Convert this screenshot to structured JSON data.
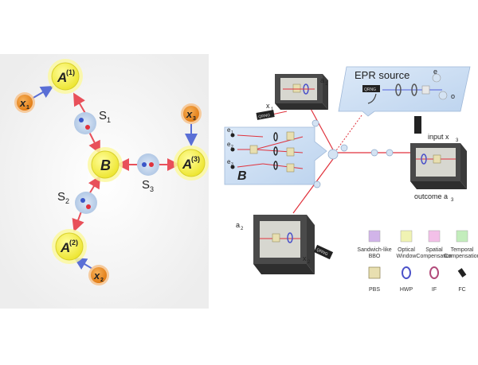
{
  "network": {
    "nodes": {
      "x1": {
        "main": "x",
        "sub": "1"
      },
      "A1": {
        "main": "A",
        "sup": "(1)"
      },
      "x3": {
        "main": "x",
        "sub": "3"
      },
      "A3": {
        "main": "A",
        "sup": "(3)"
      },
      "B": {
        "main": "B"
      },
      "A2": {
        "main": "A",
        "sup": "(2)"
      },
      "x2": {
        "main": "x",
        "sub": "2"
      }
    },
    "sources": {
      "S1": {
        "main": "S",
        "sub": "1"
      },
      "S2": {
        "main": "S",
        "sub": "2"
      },
      "S3": {
        "main": "S",
        "sub": "3"
      }
    },
    "colors": {
      "node_fill": "#f4f03a",
      "node_ring": "#fbf8a0",
      "x_fill": "#f08a1c",
      "x_ring": "#f6c592",
      "source_fill": "#b7cde8",
      "arrow_red": "#e8505a",
      "arrow_blue": "#5a6fd6"
    }
  },
  "setup": {
    "epr_title": "EPR source",
    "epr_e": "e",
    "epr_o": "o",
    "qrng": "QRNG",
    "a1": {
      "main": "a",
      "sub": "1"
    },
    "x1": {
      "main": "x",
      "sub": "1"
    },
    "a2": {
      "main": "a",
      "sub": "2"
    },
    "x2": {
      "main": "x",
      "sub": "2"
    },
    "input_x3": {
      "text": "input x",
      "sub": "3"
    },
    "outcome_a3": {
      "text": "outcome a",
      "sub": "3"
    },
    "B": "B",
    "e1": {
      "main": "e",
      "sub": "1"
    },
    "e2": {
      "main": "e",
      "sub": "2"
    },
    "e3": {
      "main": "e",
      "sub": "3"
    }
  },
  "legend": {
    "items": [
      {
        "label1": "Sandwich-like",
        "label2": "BBO",
        "color": "#c9a8e6",
        "icon": "bbo-crystal-icon"
      },
      {
        "label1": "Optical",
        "label2": "Window",
        "color": "#eef2a6",
        "icon": "optical-window-icon"
      },
      {
        "label1": "Spatial",
        "label2": "Compensation",
        "color": "#f2b6e4",
        "icon": "spatial-compensation-icon"
      },
      {
        "label1": "Temporal",
        "label2": "Compensation",
        "color": "#b9eab1",
        "icon": "temporal-compensation-icon"
      },
      {
        "label1": "PBS",
        "label2": "",
        "color": "#e8dfb0",
        "icon": "pbs-cube-icon"
      },
      {
        "label1": "HWP",
        "label2": "",
        "color": "#4c52c9",
        "icon": "hwp-ring-icon"
      },
      {
        "label1": "IF",
        "label2": "",
        "color": "#b24a7a",
        "icon": "if-filter-icon"
      },
      {
        "label1": "FC",
        "label2": "",
        "color": "#222222",
        "icon": "fiber-coupler-icon"
      }
    ]
  }
}
